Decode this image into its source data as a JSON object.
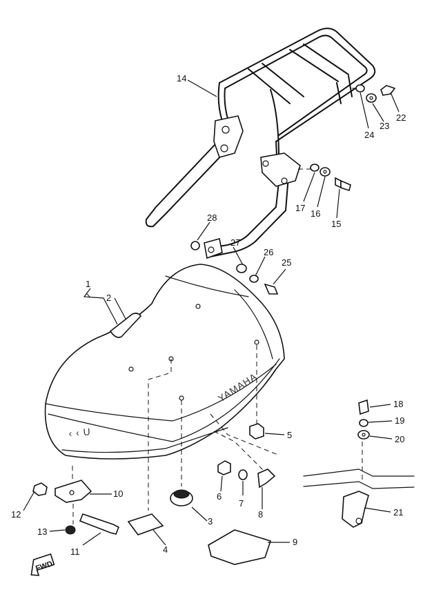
{
  "diagram": {
    "brand_mark": "YAMAHA",
    "direction_label": "FWD",
    "callouts": [
      {
        "id": "c1",
        "label": "1"
      },
      {
        "id": "c2",
        "label": "2"
      },
      {
        "id": "c3",
        "label": "3"
      },
      {
        "id": "c4",
        "label": "4"
      },
      {
        "id": "c5",
        "label": "5"
      },
      {
        "id": "c6",
        "label": "6"
      },
      {
        "id": "c7",
        "label": "7"
      },
      {
        "id": "c8",
        "label": "8"
      },
      {
        "id": "c9",
        "label": "9"
      },
      {
        "id": "c10",
        "label": "10"
      },
      {
        "id": "c11",
        "label": "11"
      },
      {
        "id": "c12",
        "label": "12"
      },
      {
        "id": "c13",
        "label": "13"
      },
      {
        "id": "c14",
        "label": "14"
      },
      {
        "id": "c15",
        "label": "15"
      },
      {
        "id": "c16",
        "label": "16"
      },
      {
        "id": "c17",
        "label": "17"
      },
      {
        "id": "c18",
        "label": "18"
      },
      {
        "id": "c19",
        "label": "19"
      },
      {
        "id": "c20",
        "label": "20"
      },
      {
        "id": "c21",
        "label": "21"
      },
      {
        "id": "c22",
        "label": "22"
      },
      {
        "id": "c23",
        "label": "23"
      },
      {
        "id": "c24",
        "label": "24"
      },
      {
        "id": "c25",
        "label": "25"
      },
      {
        "id": "c26",
        "label": "26"
      },
      {
        "id": "c27",
        "label": "27"
      },
      {
        "id": "c28",
        "label": "28"
      }
    ]
  }
}
